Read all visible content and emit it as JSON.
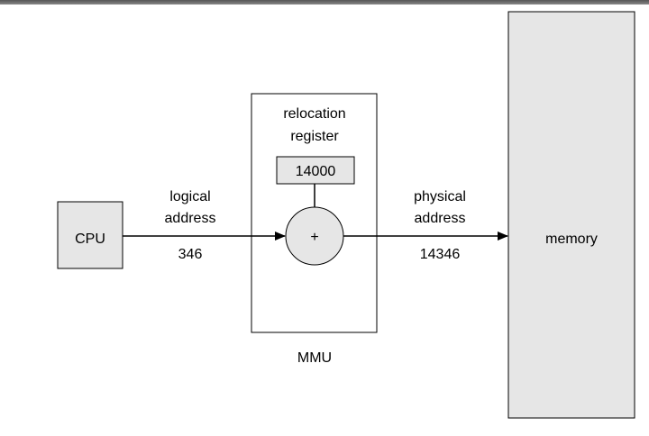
{
  "diagram": {
    "cpu_label": "CPU",
    "relocation_register_label_line1": "relocation",
    "relocation_register_label_line2": "register",
    "relocation_register_value": "14000",
    "adder_symbol": "+",
    "mmu_label": "MMU",
    "logical_label_line1": "logical",
    "logical_label_line2": "address",
    "logical_value": "346",
    "physical_label_line1": "physical",
    "physical_label_line2": "address",
    "physical_value": "14346",
    "memory_label": "memory"
  },
  "colors": {
    "box_fill": "#e6e6e6",
    "stroke": "#000000",
    "top_bar": "#666666"
  }
}
